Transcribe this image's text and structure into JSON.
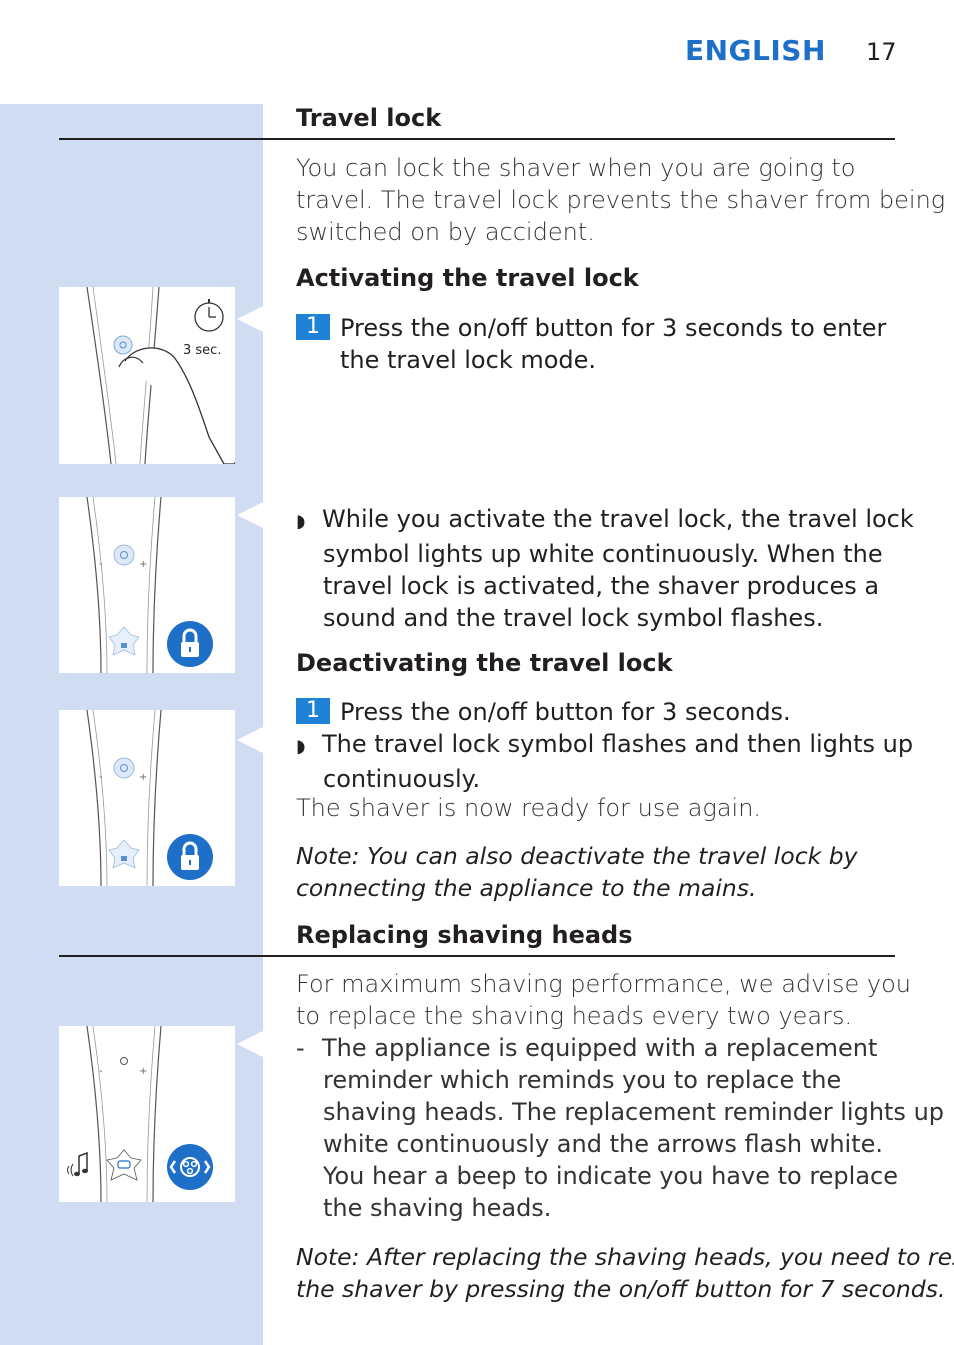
{
  "header": {
    "language": "ENGLISH",
    "page_number": "17"
  },
  "travel_lock": {
    "title": "Travel lock",
    "intro": [
      "You can lock the shaver when you are going to",
      "travel. The travel lock prevents the shaver from being",
      "switched on by accident."
    ],
    "activating": {
      "title": "Activating the travel lock",
      "step_number": "1",
      "step_lines": [
        "Press the on/off button for 3 seconds to enter",
        "the travel lock mode."
      ],
      "result_lines": [
        "While you activate the travel lock, the travel lock",
        "symbol lights up white continuously. When the",
        "travel lock is activated, the shaver produces a",
        "sound and the travel lock symbol flashes."
      ]
    },
    "deactivating": {
      "title": "Deactivating the travel lock",
      "step_number": "1",
      "step_text": "Press the on/off button for 3 seconds.",
      "result_lines": [
        "The travel lock symbol flashes and then lights up",
        "continuously."
      ],
      "ready_text": "The shaver is now ready for use again.",
      "note_lines": [
        "Note: You can also deactivate the travel lock by",
        "connecting the appliance to the mains."
      ]
    }
  },
  "replacing": {
    "title": "Replacing shaving heads",
    "intro": [
      "For maximum shaving performance, we advise you",
      "to replace the shaving heads every two years."
    ],
    "dash_lines": [
      "The appliance is equipped with a replacement",
      "reminder which reminds you to replace the",
      "shaving heads. The replacement reminder lights up",
      "white continuously and the arrows flash white.",
      "You hear a beep to indicate you have to replace",
      "the shaving heads."
    ],
    "note_lines": [
      "Note: After replacing the shaving heads, you need to reset",
      "the shaver by pressing the on/off button for 7 seconds."
    ]
  },
  "illustrations": {
    "timer_label": "3 sec."
  },
  "colors": {
    "sidebar": "#cfdcf1",
    "accent_blue": "#1e6fc8",
    "step_badge": "#1e82d6"
  },
  "icons": [
    "stopwatch-icon",
    "power-icon",
    "lock-icon",
    "lock-icon",
    "shaving-head-icon",
    "sound-icon"
  ]
}
